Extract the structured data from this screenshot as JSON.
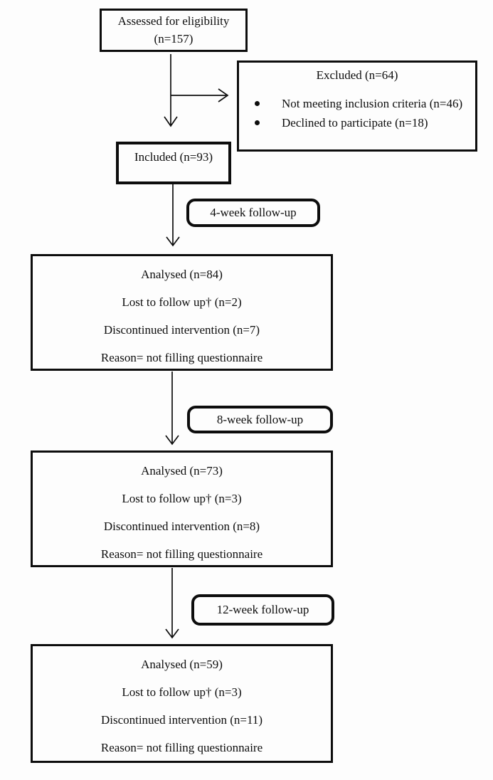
{
  "diagram": {
    "colors": {
      "ink": "#0d0d0d",
      "background": "#fdfdfd"
    },
    "assessed": {
      "line1": "Assessed for eligibility",
      "line2": "(n=157)"
    },
    "excluded": {
      "title": "Excluded (n=64)",
      "bullets": [
        "Not meeting inclusion criteria (n=46)",
        "Declined to participate (n=18)"
      ]
    },
    "included": {
      "label": "Included (n=93)"
    },
    "followups": [
      {
        "label": "4-week follow-up",
        "analysed": "Analysed (n=84)",
        "lost": "Lost to follow up† (n=2)",
        "discontinued": "Discontinued intervention (n=7)",
        "reason": "Reason= not filling questionnaire"
      },
      {
        "label": "8-week follow-up",
        "analysed": "Analysed (n=73)",
        "lost": "Lost to follow up† (n=3)",
        "discontinued": "Discontinued intervention (n=8)",
        "reason": "Reason= not filling questionnaire"
      },
      {
        "label": "12-week follow-up",
        "analysed": "Analysed (n=59)",
        "lost": "Lost to follow up† (n=3)",
        "discontinued": "Discontinued intervention (n=11)",
        "reason": "Reason= not filling questionnaire"
      }
    ]
  }
}
